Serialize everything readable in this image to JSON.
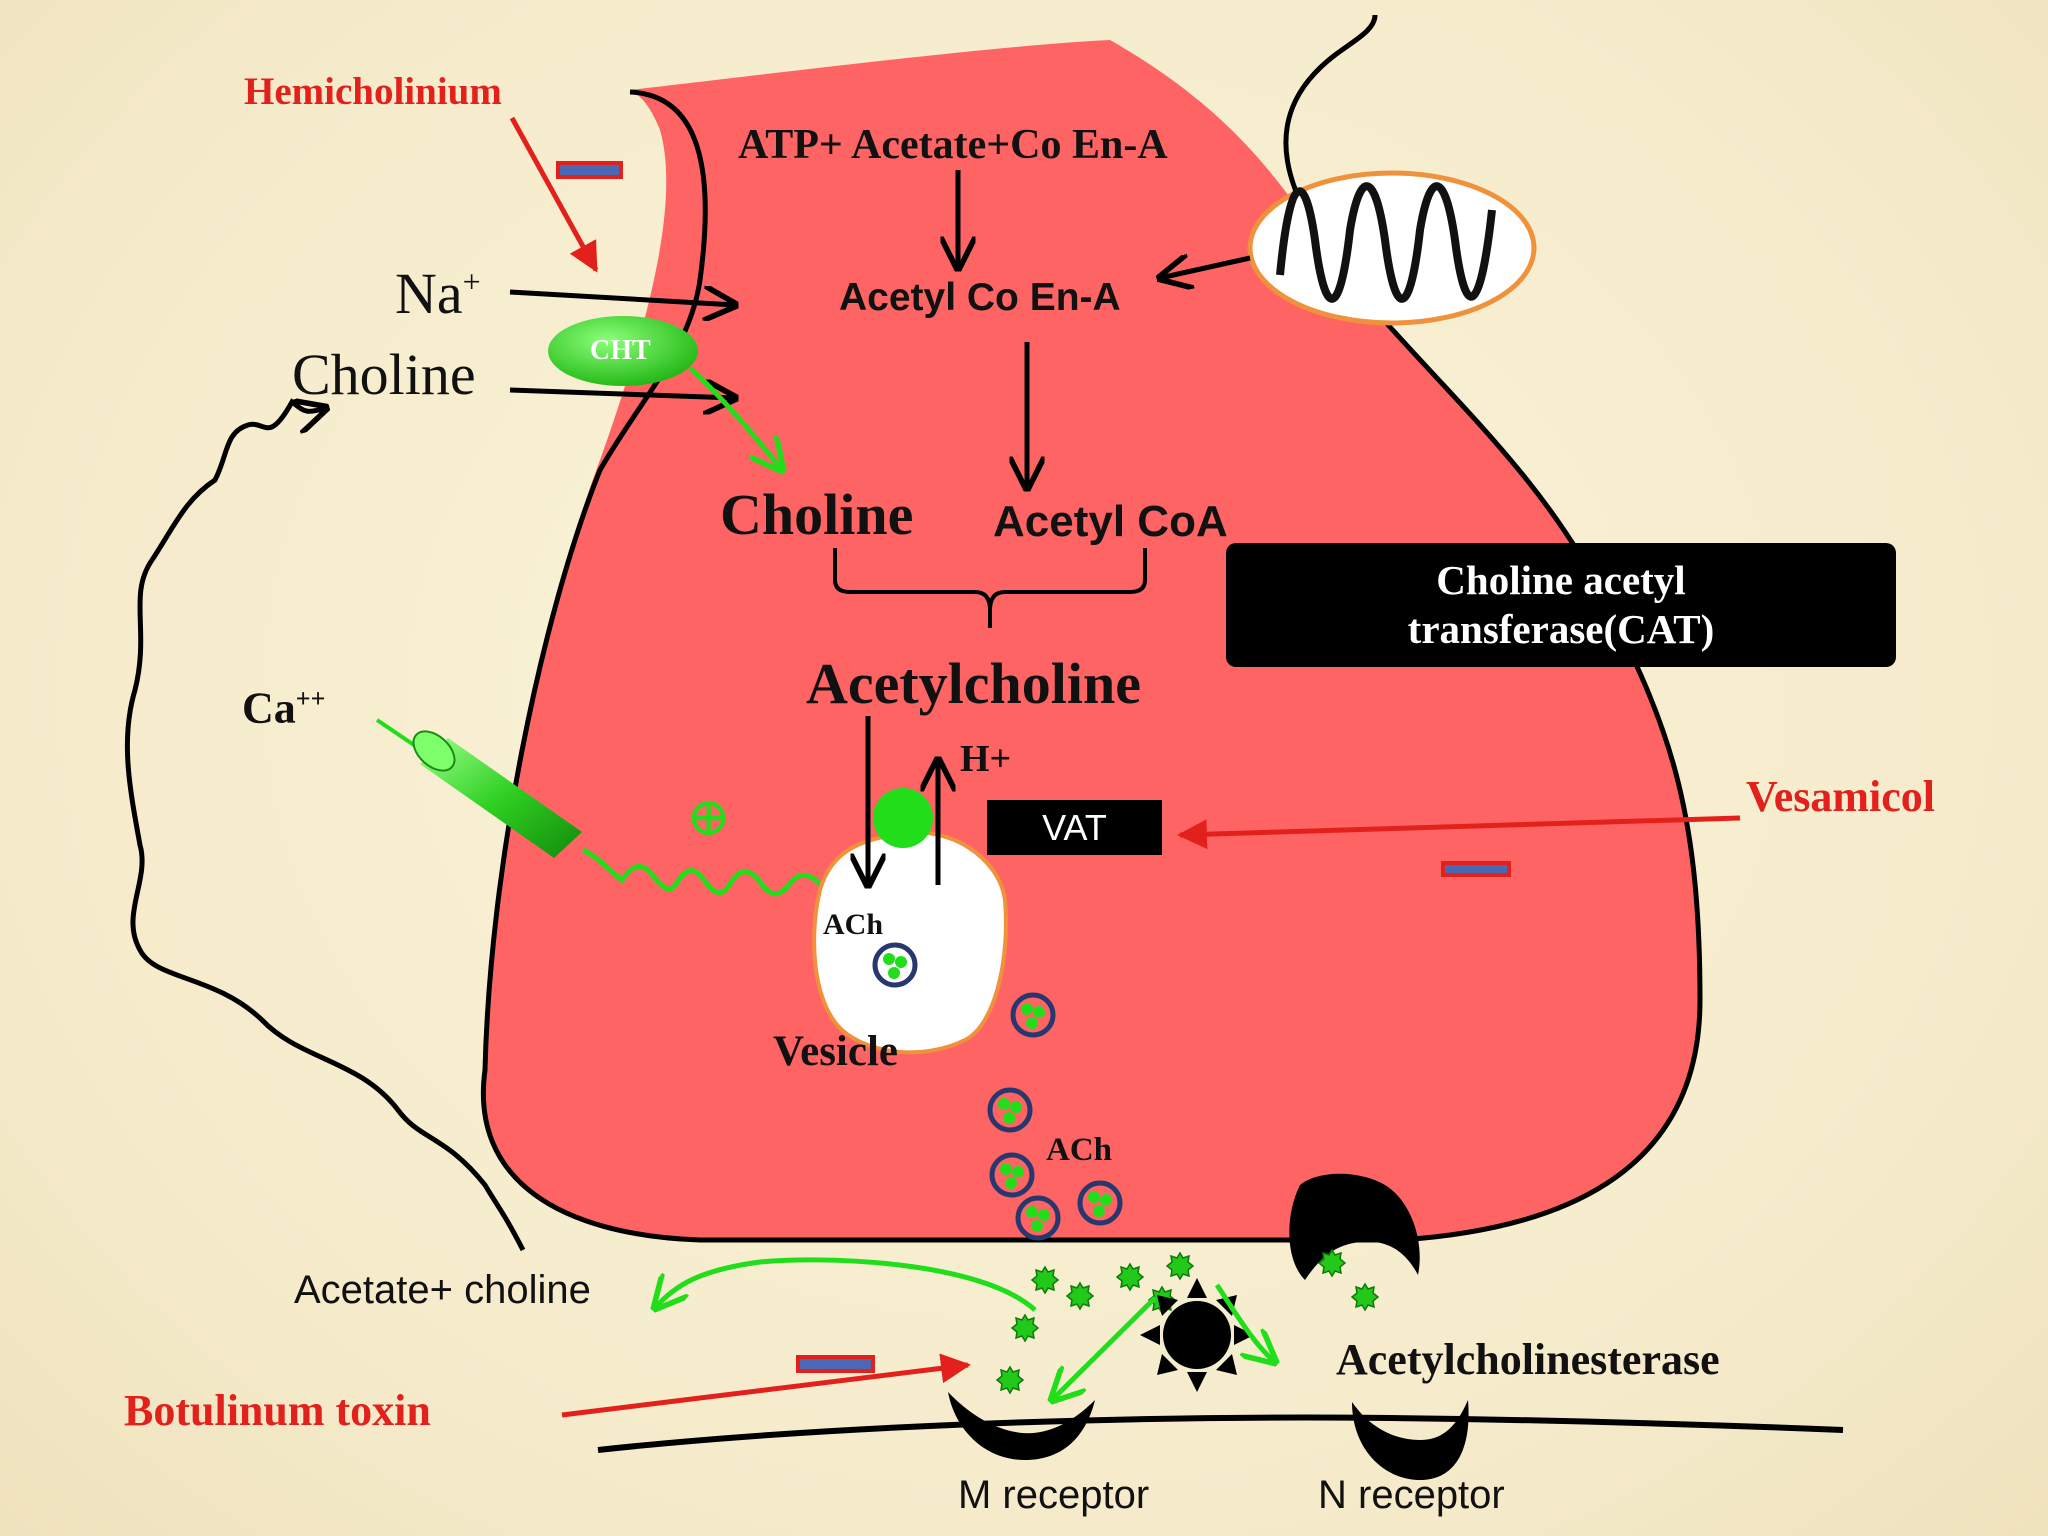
{
  "labels": {
    "hemicholinium": "Hemicholinium",
    "atp_acetate": "ATP+ Acetate+Co En-A",
    "acetyl_coenzyme": "Acetyl Co En-A",
    "na_base": "Na",
    "na_sup": "+",
    "choline_outside": "Choline",
    "cht": "CHT",
    "choline_inside": "Choline",
    "acetyl_coa": "Acetyl CoA",
    "cat_line1": "Choline acetyl",
    "cat_line2": "transferase(CAT)",
    "acetylcholine": "Acetylcholine",
    "ca_base": "Ca",
    "ca_sup": "++",
    "h_plus": "H+",
    "vat": "VAT",
    "vesamicol": "Vesamicol",
    "plus_sign": "⊕",
    "ach_vesicle": "ACh",
    "vesicle": "Vesicle",
    "ach_cleft": "ACh",
    "acetate_choline": "Acetate+ choline",
    "acetylcholinesterase": "Acetylcholinesterase",
    "botulinum": "Botulinum toxin",
    "m_receptor": "M receptor",
    "n_receptor": "N receptor"
  },
  "colors": {
    "terminal": "#ff6464",
    "inhibitor": "#e3211c",
    "pathway": "#22dd1a",
    "background": "#f6edce"
  }
}
